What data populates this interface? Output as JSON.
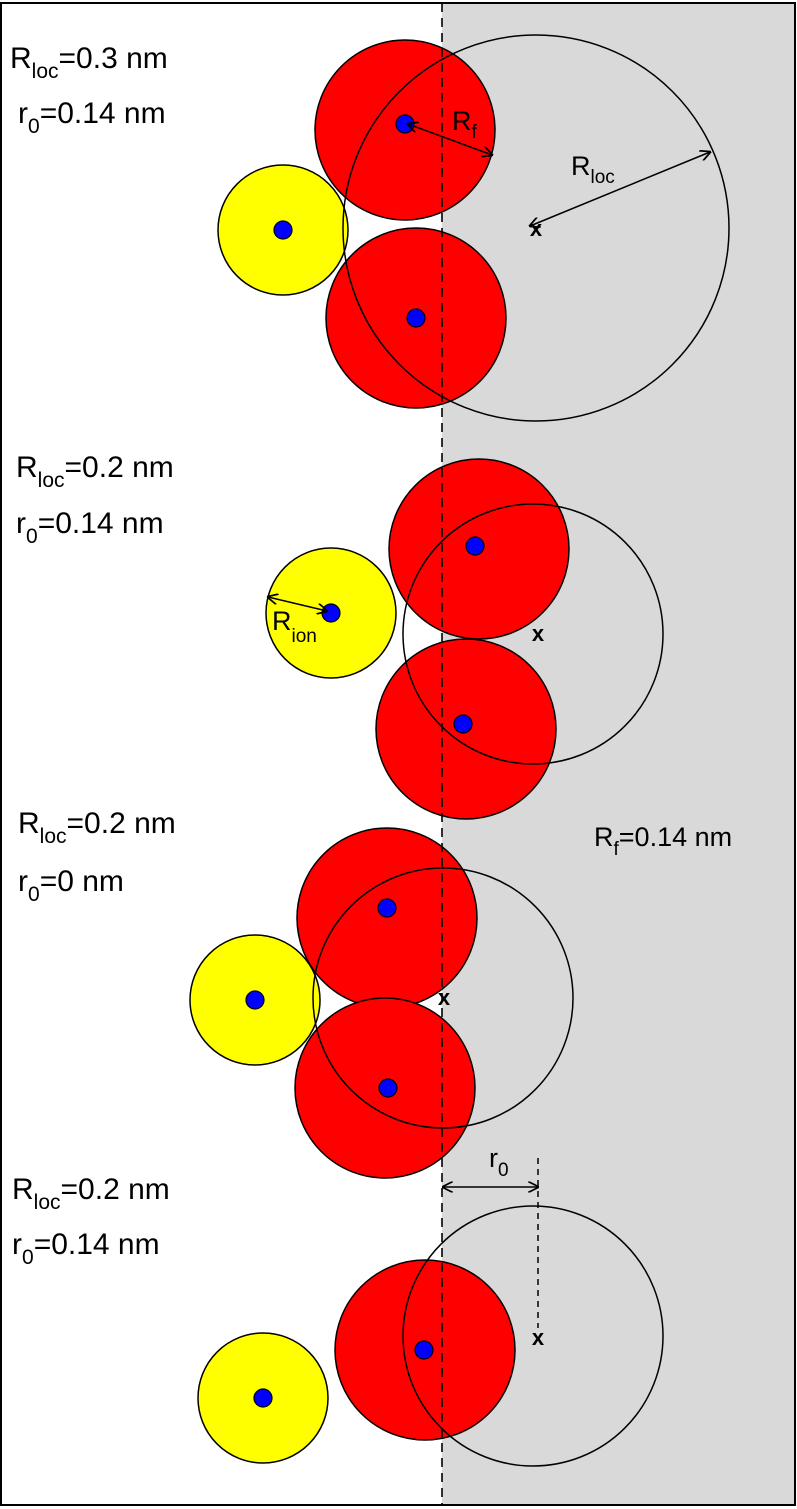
{
  "colors": {
    "background": "#ffffff",
    "wall": "#d9d9d9",
    "frame": "#000000",
    "fixed_charge": "#ff0000",
    "ion": "#ffff00",
    "center_dot": "#0000ff",
    "localization_sphere": "#ffffff"
  },
  "panels": [
    {
      "rloc_sym": "R",
      "rloc_sub": "loc",
      "rloc_val": "=0.3 nm",
      "r0_sym": "r",
      "r0_sub": "0",
      "r0_val": "=0.14 nm"
    },
    {
      "rloc_sym": "R",
      "rloc_sub": "loc",
      "rloc_val": "=0.2 nm",
      "r0_sym": "r",
      "r0_sub": "0",
      "r0_val": "=0.14 nm"
    },
    {
      "rloc_sym": "R",
      "rloc_sub": "loc",
      "rloc_val": "=0.2 nm",
      "r0_sym": "r",
      "r0_sub": "0",
      "r0_val": "=0 nm"
    },
    {
      "rloc_sym": "R",
      "rloc_sub": "loc",
      "rloc_val": "=0.2 nm",
      "r0_sym": "r",
      "r0_sub": "0",
      "r0_val": "=0.14 nm"
    }
  ],
  "annotations": {
    "rf_sym": "R",
    "rf_sub": "f",
    "rloc_sym": "R",
    "rloc_sub": "loc",
    "rion_sym": "R",
    "rion_sub": "ion",
    "r0_sym": "r",
    "r0_sub": "0",
    "rf_value_sym": "R",
    "rf_value_sub": "f",
    "rf_value_val": "=0.14 nm",
    "center_mark": "x"
  }
}
